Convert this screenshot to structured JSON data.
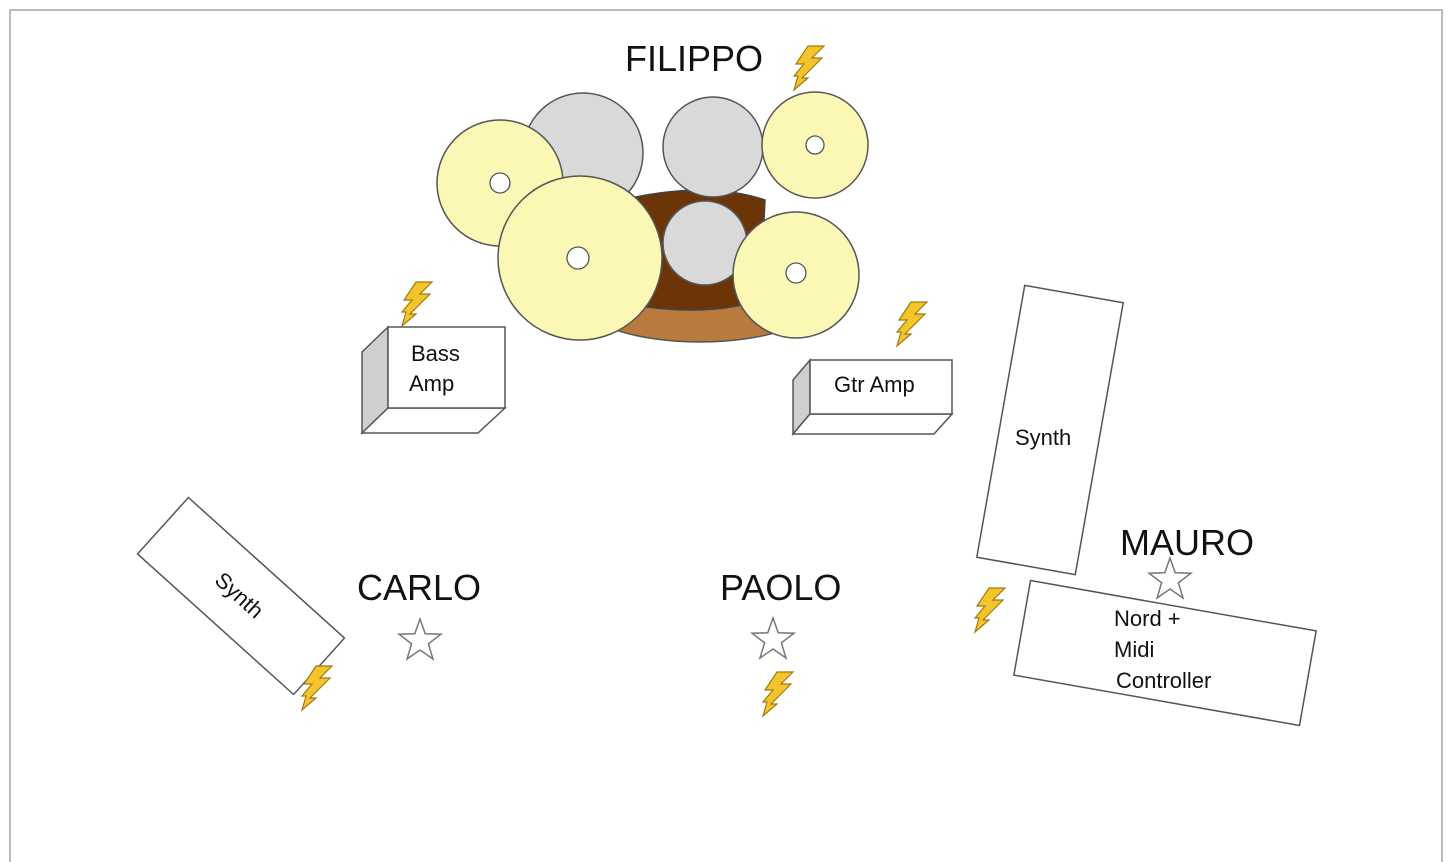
{
  "performers": {
    "filippo": "FILIPPO",
    "carlo": "CARLO",
    "paolo": "PAOLO",
    "mauro": "MAURO"
  },
  "equipment": {
    "bass_amp": [
      "Bass",
      "Amp"
    ],
    "gtr_amp": "Gtr Amp",
    "synth_right": "Synth",
    "synth_left": "Synth",
    "nord": [
      "Nord +",
      "Midi",
      "Controller"
    ]
  },
  "colors": {
    "cymbal": "#fbf7b5",
    "tom": "#d9d9d9",
    "kick_dark": "#6b3508",
    "kick_light": "#b97a3d",
    "power": "#f4c52a",
    "outline": "#555555"
  },
  "icons": {
    "performer_position": "star-icon",
    "power_outlet": "lightning-icon"
  }
}
